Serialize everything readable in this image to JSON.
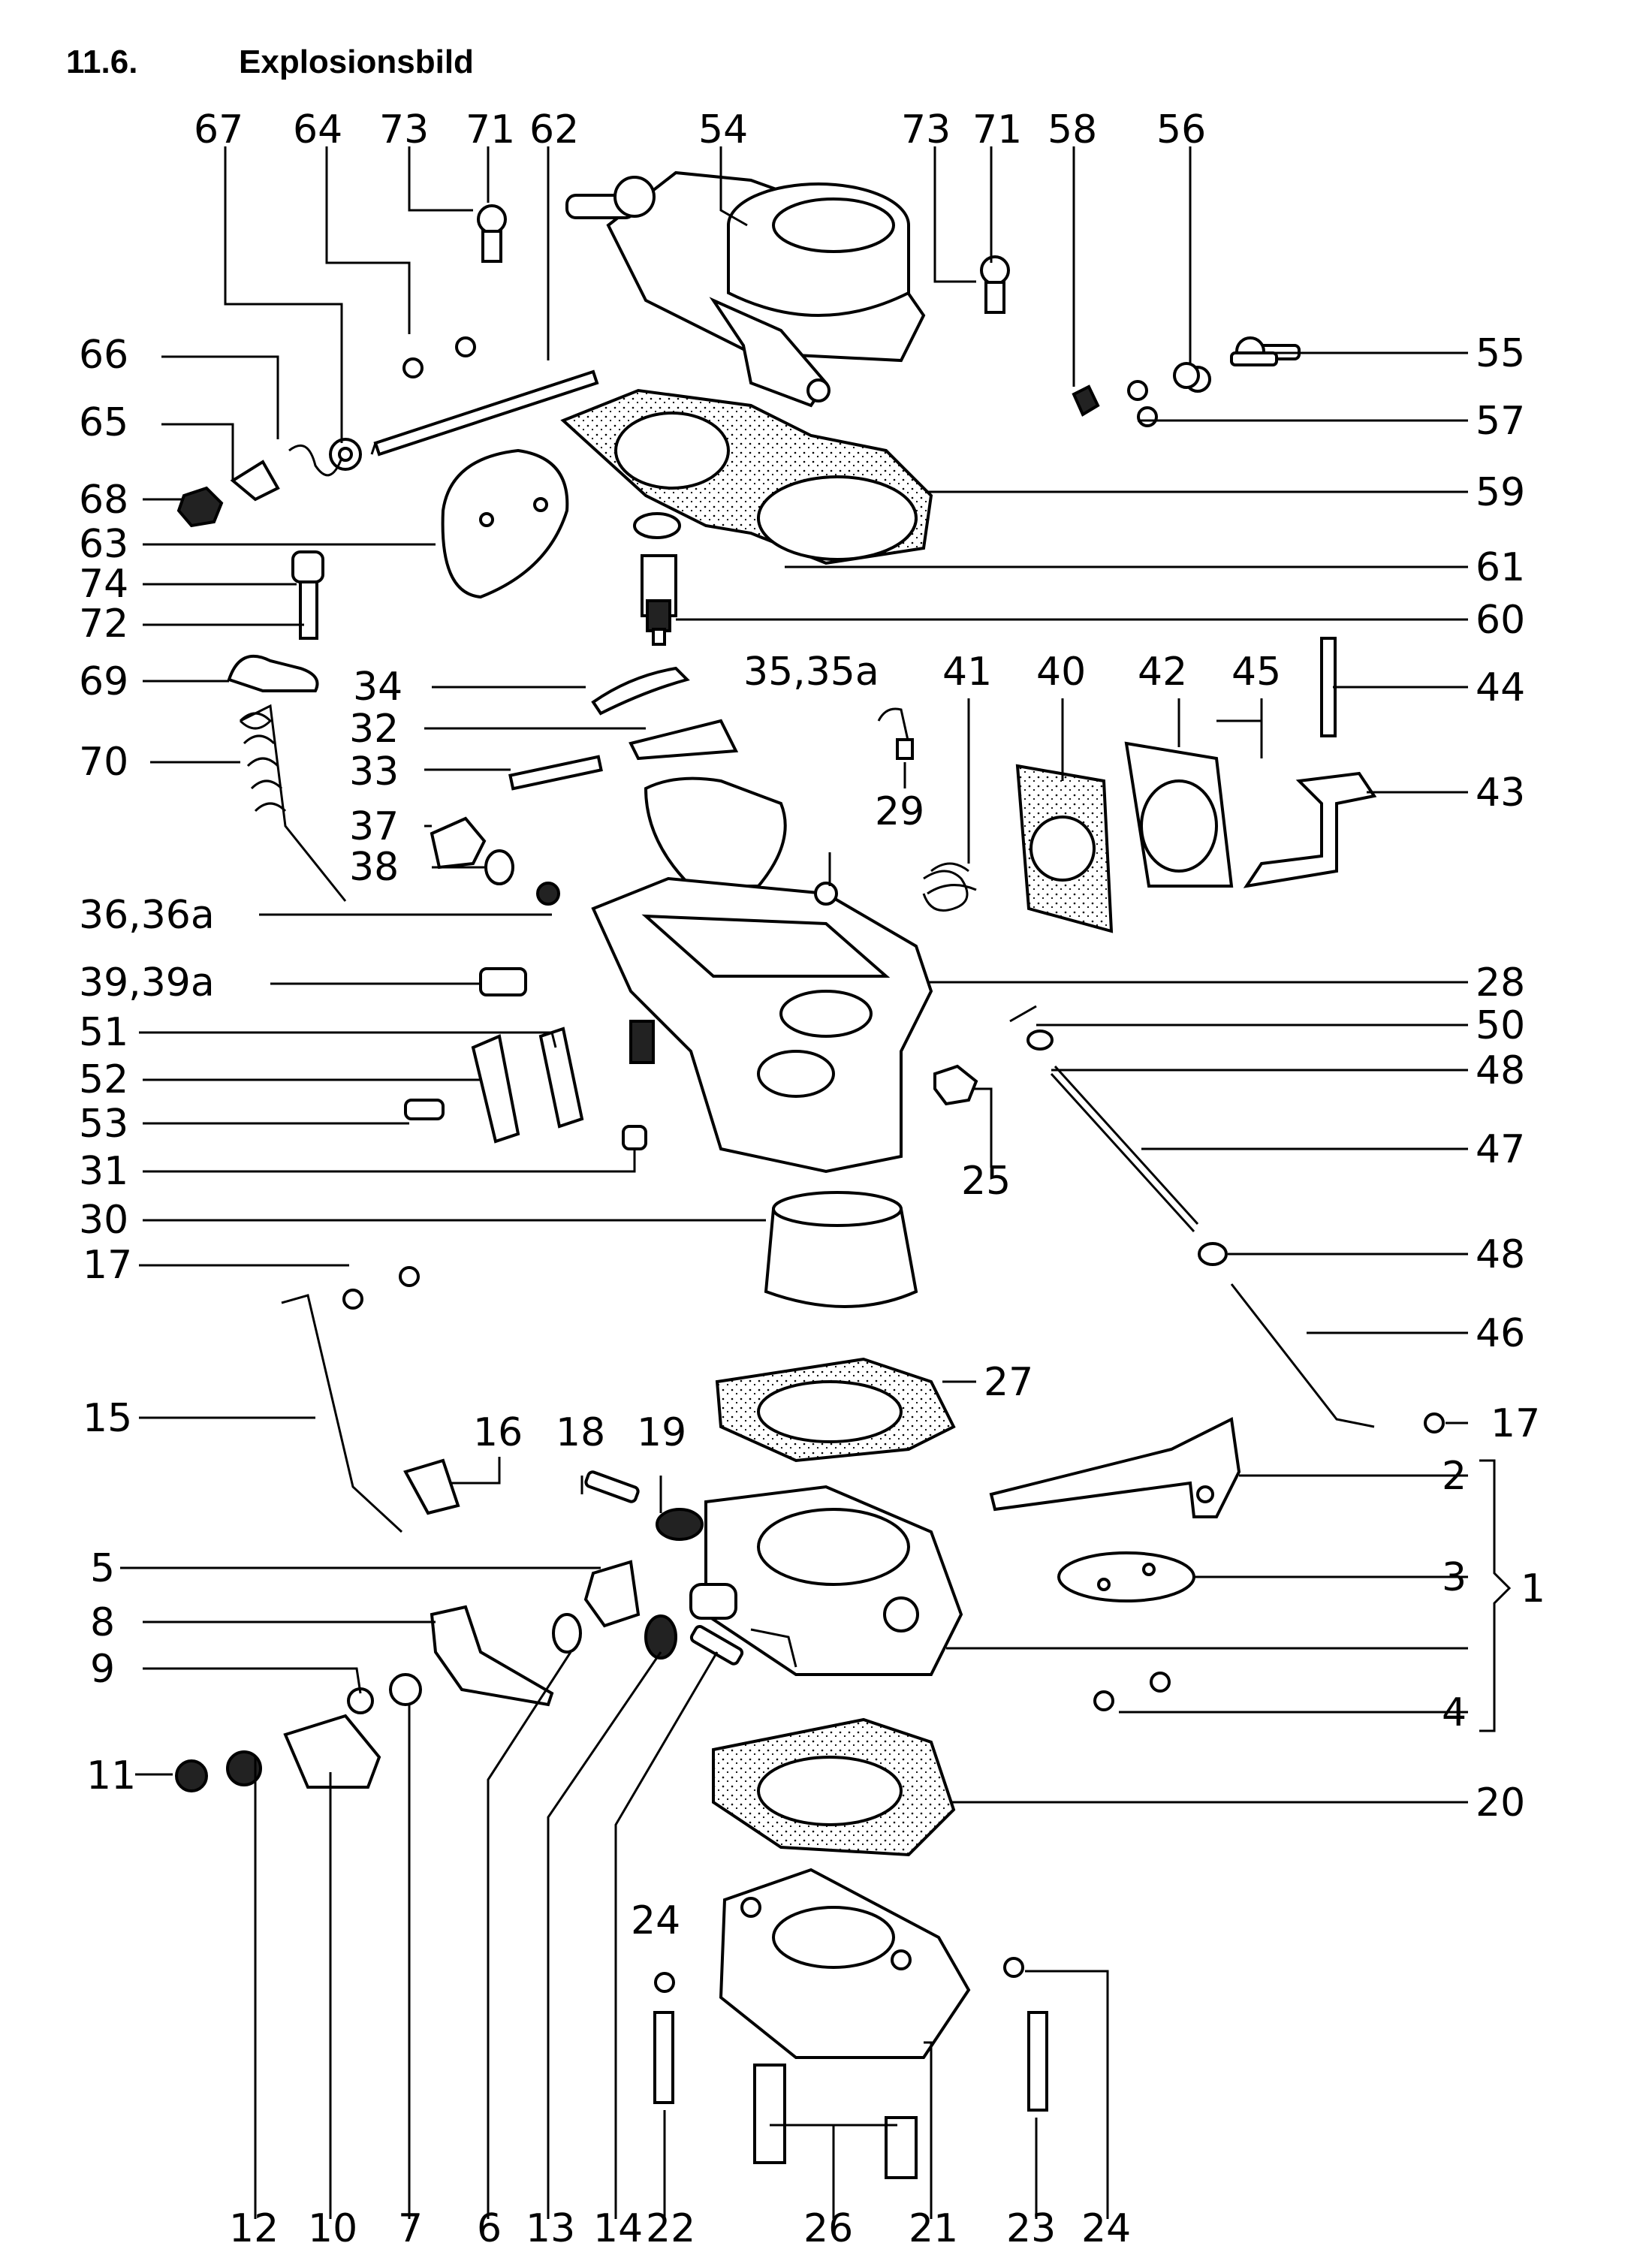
{
  "header": {
    "section": "11.6.",
    "title": "Explosionsbild"
  },
  "labels": {
    "l67": "67",
    "l64": "64",
    "l73a": "73",
    "l71a": "71",
    "l62": "62",
    "l54": "54",
    "l73b": "73",
    "l71b": "71",
    "l58": "58",
    "l56": "56",
    "l66": "66",
    "l65": "65",
    "l68": "68",
    "l63": "63",
    "l74": "74",
    "l72": "72",
    "l69": "69",
    "l70": "70",
    "l34": "34",
    "l32": "32",
    "l33": "33",
    "l37": "37",
    "l38": "38",
    "l36": "36,36a",
    "l39": "39,39a",
    "l51": "51",
    "l52": "52",
    "l53": "53",
    "l31": "31",
    "l30": "30",
    "l17a": "17",
    "l15": "15",
    "l16": "16",
    "l18": "18",
    "l19": "19",
    "l5": "5",
    "l8": "8",
    "l9": "9",
    "l11": "11",
    "l35": "35,35a",
    "l29": "29",
    "l41": "41",
    "l40": "40",
    "l42": "42",
    "l45": "45",
    "l25": "25",
    "l55": "55",
    "l57": "57",
    "l59": "59",
    "l61": "61",
    "l60": "60",
    "l44": "44",
    "l43": "43",
    "l28": "28",
    "l50": "50",
    "l48a": "48",
    "l47": "47",
    "l48b": "48",
    "l46": "46",
    "l17b": "17",
    "l27": "27",
    "l2": "2",
    "l3": "3",
    "l1": "1",
    "l4": "4",
    "l20": "20",
    "l24a": "24",
    "b12": "12",
    "b10": "10",
    "b7": "7",
    "b6": "6",
    "b13": "13",
    "b14": "14",
    "b22": "22",
    "b26": "26",
    "b21": "21",
    "b23": "23",
    "b24": "24"
  }
}
